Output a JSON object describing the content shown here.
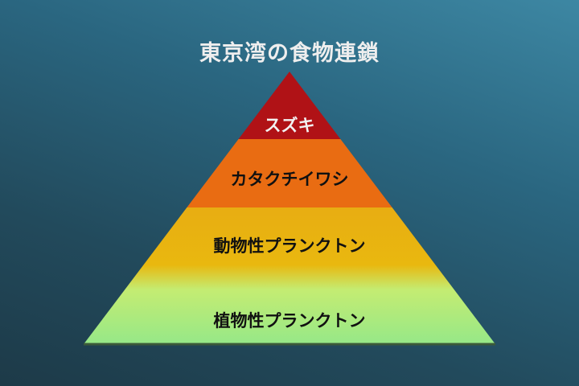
{
  "title": "東京湾の食物連鎖",
  "levels": [
    {
      "label": "スズキ",
      "color": "#b01216"
    },
    {
      "label": "カタクチイワシ",
      "color": "#e96c12"
    },
    {
      "label": "動物性プランクトン",
      "color": "#e9b511"
    },
    {
      "label": "植物性プランクトン",
      "color": "#9ee886"
    }
  ]
}
